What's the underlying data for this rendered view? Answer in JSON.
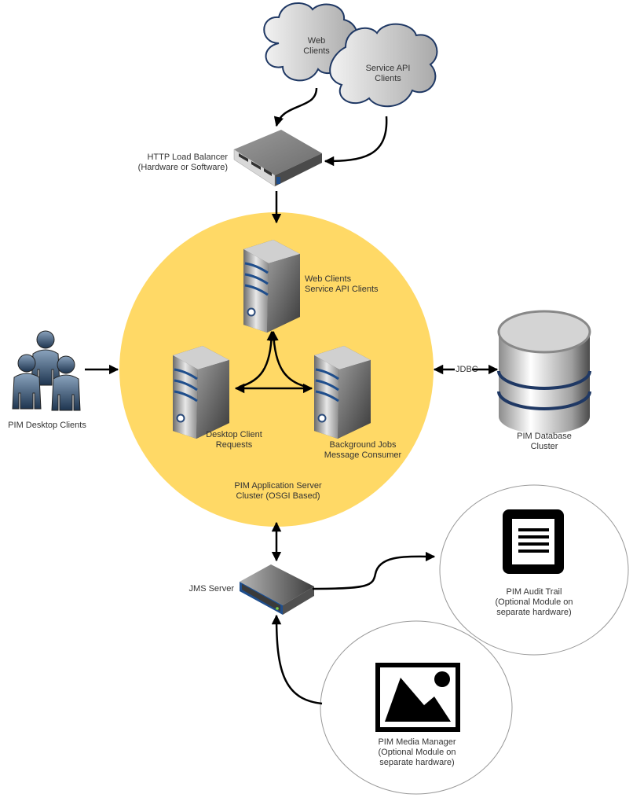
{
  "diagram": {
    "colors": {
      "cluster_fill": "#FFD966",
      "cloud_stroke": "#1F3864",
      "server_stripe": "#1F4E8C",
      "arrow": "#000000",
      "module_circle_stroke": "#999999"
    },
    "nodes": {
      "web_clients_cloud": {
        "line1": "Web",
        "line2": "Clients",
        "icon": "cloud-icon"
      },
      "service_api_cloud": {
        "line1": "Service API",
        "line2": "Clients",
        "icon": "cloud-icon"
      },
      "load_balancer": {
        "line1": "HTTP Load Balancer",
        "line2": "(Hardware or Software)",
        "icon": "rack-server-icon"
      },
      "web_server": {
        "line1": "Web Clients",
        "line2": "Service API Clients",
        "icon": "tower-server-icon"
      },
      "desktop_server": {
        "line1": "Desktop Client",
        "line2": "Requests",
        "icon": "tower-server-icon"
      },
      "jobs_server": {
        "line1": "Background Jobs",
        "line2": "Message Consumer",
        "icon": "tower-server-icon"
      },
      "app_cluster": {
        "line1": "PIM Application Server",
        "line2": "Cluster (OSGI Based)"
      },
      "desktop_clients": {
        "line1": "PIM Desktop Clients",
        "icon": "users-icon"
      },
      "database": {
        "line1": "PIM Database",
        "line2": "Cluster",
        "icon": "database-icon"
      },
      "jms_server": {
        "line1": "JMS Server",
        "icon": "network-switch-icon"
      },
      "audit_trail": {
        "line1": "PIM Audit Trail",
        "line2": "(Optional Module on",
        "line3": "separate hardware)",
        "icon": "document-icon"
      },
      "media_manager": {
        "line1": "PIM Media Manager",
        "line2": "(Optional Module on",
        "line3": "separate hardware)",
        "icon": "image-icon"
      }
    },
    "edges": {
      "jdbc_label": "JDBC"
    }
  }
}
